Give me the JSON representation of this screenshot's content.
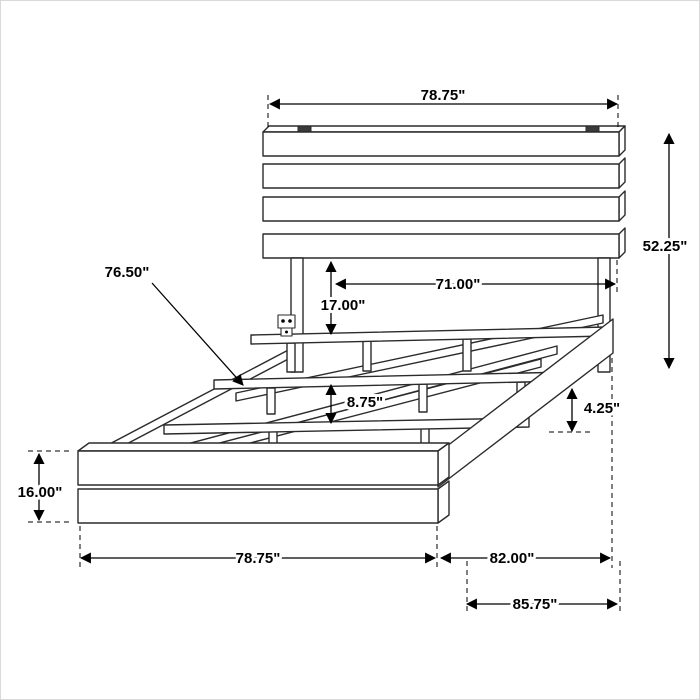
{
  "dims": {
    "headboard_width": "78.75\"",
    "headboard_height": "52.25\"",
    "slat_length": "76.50\"",
    "inner_width": "71.00\"",
    "headboard_gap": "17.00\"",
    "slat_spacing": "8.75\"",
    "rail_drop": "4.25\"",
    "footboard_height": "16.00\"",
    "footboard_width": "78.75\"",
    "frame_length": "82.00\"",
    "overall_length": "85.75\""
  },
  "colors": {
    "line": "#2b2b2b",
    "dimension": "#000000",
    "background": "#ffffff"
  }
}
